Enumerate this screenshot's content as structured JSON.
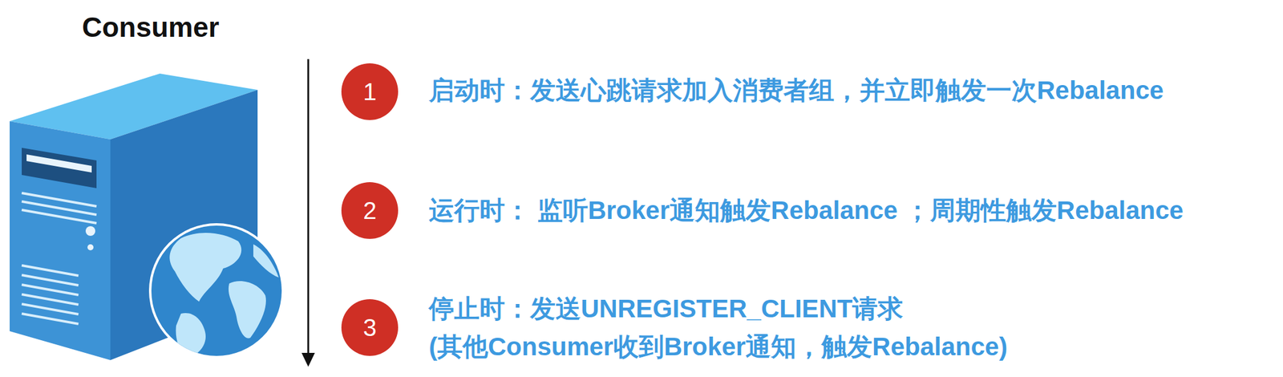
{
  "diagram": {
    "title": "Consumer",
    "nodes": [
      {
        "text": [
          "1"
        ]
      },
      {
        "text": [
          "2"
        ]
      },
      {
        "text": [
          "3"
        ]
      }
    ],
    "labels": [
      "启动时：发送心跳请求加入消费者组，并立即触发一次Rebalance",
      "运行时： 监听Broker通知触发Rebalance ；周期性触发Rebalance",
      "停止时：发送UNREGISTER_CLIENT请求",
      "(其他Consumer收到Broker通知，触发Rebalance)"
    ]
  }
}
